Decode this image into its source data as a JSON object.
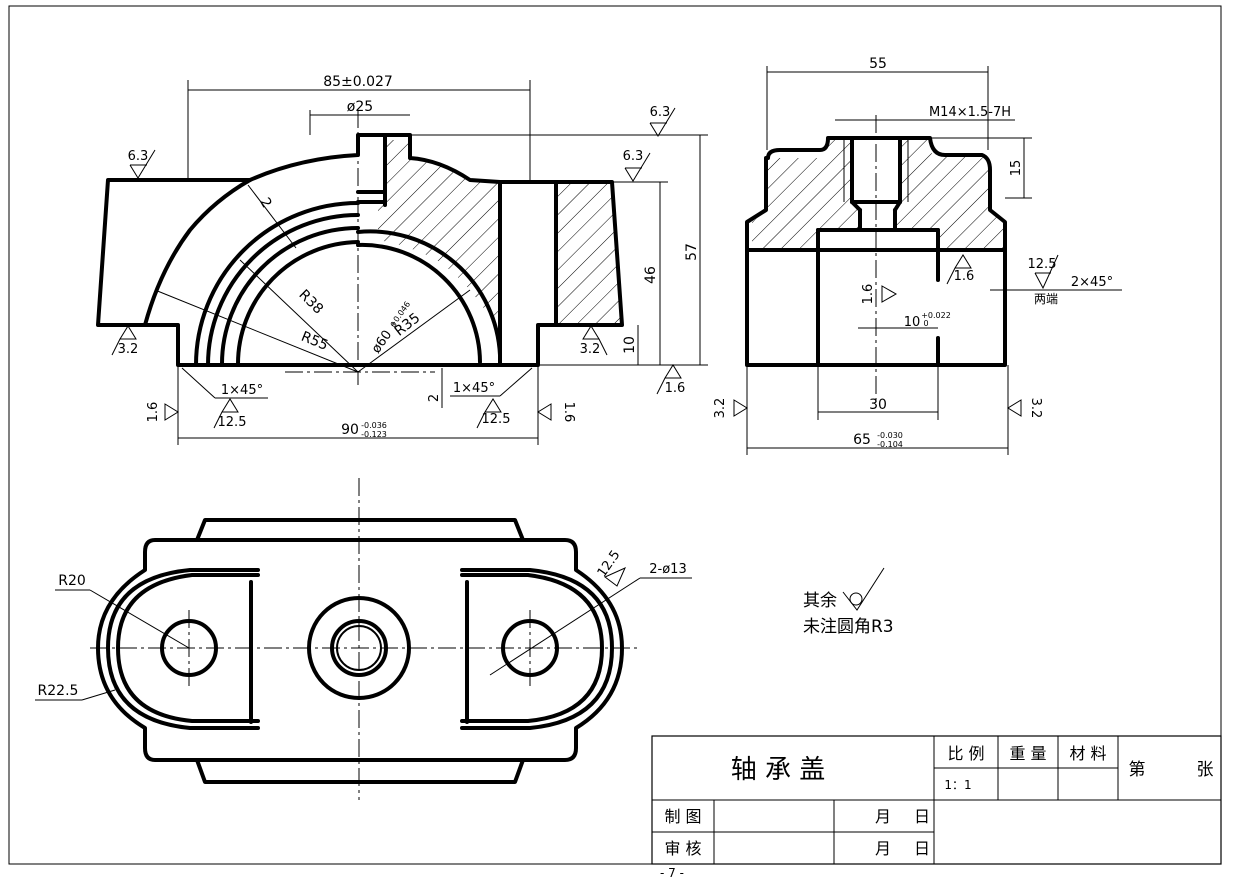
{
  "title_block": {
    "part_name": "轴 承 盖",
    "scale_label": "比 例",
    "weight_label": "重 量",
    "material_label": "材 料",
    "sheet_label": "第",
    "sheet_suffix": "张",
    "scale_value": "1：1",
    "drawn_label": "制 图",
    "checked_label": "审 核",
    "month_label": "月",
    "day_label": "日"
  },
  "notes": {
    "rest_finish": "其余",
    "fillet_note": "未注圆角R3"
  },
  "page_number": "- 7 -",
  "front_view": {
    "dim_top_width": "85±0.027",
    "dim_boss": "ø25",
    "dim_height_46": "46",
    "dim_height_57": "57",
    "dim_height_10": "10",
    "dim_r2": "2",
    "dim_r38": "R38",
    "dim_r55": "R55",
    "dim_r35": "R35",
    "dim_bore": "ø60",
    "dim_bore_tol_upper": "+0.046",
    "dim_bore_tol_lower": "0",
    "dim_chamfer_left": "1×45°",
    "dim_chamfer_right": "1×45°",
    "dim_2_bottom": "2",
    "dim_bottom_width": "90",
    "dim_bottom_tol_upper": "-0.036",
    "dim_bottom_tol_lower": "-0.123",
    "rough_63_a": "6.3",
    "rough_63_b": "6.3",
    "rough_63_c": "6.3",
    "rough_32_a": "3.2",
    "rough_32_b": "3.2",
    "rough_16_a": "1.6",
    "rough_16_b": "1.6",
    "rough_16_c": "1.6",
    "rough_125_a": "12.5",
    "rough_125_b": "12.5"
  },
  "side_view": {
    "dim_55": "55",
    "dim_thread": "M14×1.5-7H",
    "dim_15": "15",
    "dim_chamfer": "2×45°",
    "dim_chamfer_note": "两端",
    "dim_10": "10",
    "dim_10_tol_upper": "+0.022",
    "dim_10_tol_lower": "0",
    "dim_30": "30",
    "dim_65": "65",
    "dim_65_tol_upper": "-0.030",
    "dim_65_tol_lower": "-0.104",
    "rough_16_a": "1.6",
    "rough_16_b": "1.6",
    "rough_125": "12.5",
    "rough_32_a": "3.2",
    "rough_32_b": "3.2"
  },
  "top_view": {
    "dim_r20": "R20",
    "dim_r225": "R22.5",
    "dim_holes": "2-ø13",
    "rough_125": "12.5"
  }
}
